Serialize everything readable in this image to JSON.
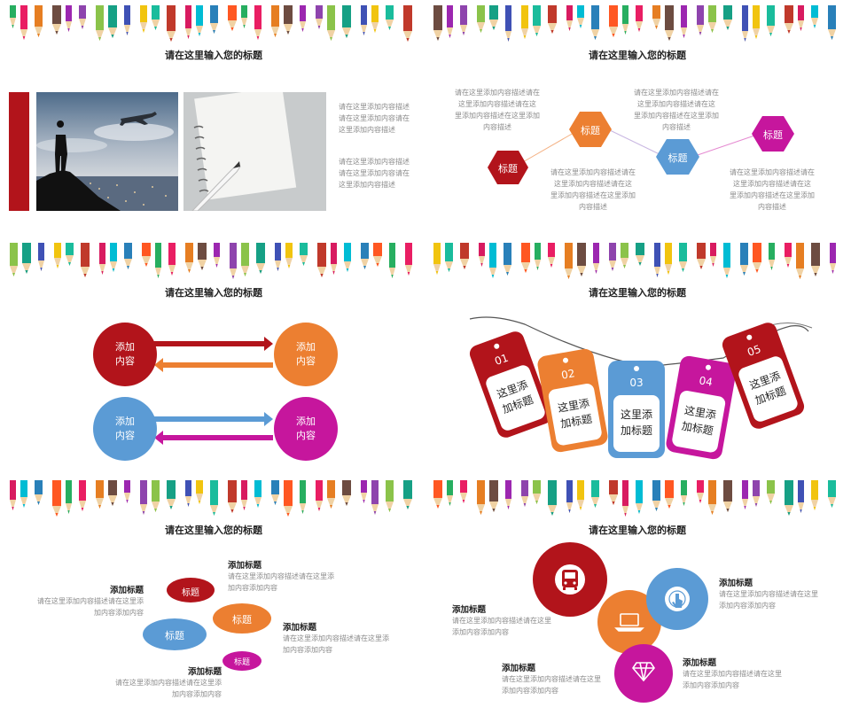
{
  "colors": {
    "red": "#b2141b",
    "orange": "#ec7f31",
    "blue": "#5b9bd5",
    "magenta": "#c6169d"
  },
  "slide1": {
    "title": "请在这里输入您的标题",
    "desc_1": [
      "请在这里添加内容描述",
      "请在这里添加内容请在",
      "这里添加内容描述"
    ],
    "desc_2": [
      "请在这里添加内容描述",
      "请在这里添加内容请在",
      "这里添加内容描述"
    ]
  },
  "slide2": {
    "title": "请在这里输入您的标题",
    "hex_labels": [
      "标题",
      "标题",
      "标题",
      "标题"
    ],
    "desc_1": [
      "请在这里添加内容描述请在",
      "这里添加内容描述请在这",
      "里添加内容描述在这里添加",
      "内容描述"
    ],
    "desc_2": [
      "请在这里添加内容描述请在",
      "这里添加内容描述请在这",
      "里添加内容描述在这里添加",
      "内容描述"
    ],
    "desc_3": [
      "请在这里添加内容描述请在",
      "这里添加内容描述请在这",
      "里添加内容描述在这里添加",
      "内容描述"
    ],
    "desc_4": [
      "请在这里添加内容描述请在",
      "这里添加内容描述请在这",
      "里添加内容描述在这里添加",
      "内容描述"
    ]
  },
  "slide3": {
    "title": "请在这里输入您的标题",
    "circle_line1": "添加",
    "circle_line2": "内容"
  },
  "slide4": {
    "title": "请在这里输入您的标题",
    "tags": [
      {
        "num": "01",
        "line1": "这里添",
        "line2": "加标题"
      },
      {
        "num": "02",
        "line1": "这里添",
        "line2": "加标题"
      },
      {
        "num": "03",
        "line1": "这里添",
        "line2": "加标题"
      },
      {
        "num": "04",
        "line1": "这里添",
        "line2": "加标题"
      },
      {
        "num": "05",
        "line1": "这里添",
        "line2": "加标题"
      }
    ]
  },
  "slide5": {
    "title": "请在这里输入您的标题",
    "ellipse_labels": [
      "标题",
      "标题",
      "标题",
      "标题"
    ],
    "items": [
      {
        "heading": "添加标题",
        "lines": [
          "请在这里添加内容描述请在这里添",
          "加内容添加内容"
        ]
      },
      {
        "heading": "添加标题",
        "lines": [
          "请在这里添加内容描述请在这里添",
          "加内容添加内容"
        ]
      },
      {
        "heading": "添加标题",
        "lines": [
          "请在这里添加内容描述请在这里添",
          "加内容添加内容"
        ]
      },
      {
        "heading": "添加标题",
        "lines": [
          "请在这里添加内容描述请在这里添",
          "加内容添加内容"
        ]
      }
    ]
  },
  "slide6": {
    "title": "请在这里输入您的标题",
    "icons": [
      "bus-icon",
      "laptop-icon",
      "touch-icon",
      "diamond-icon"
    ],
    "items": [
      {
        "heading": "添加标题",
        "lines": [
          "请在这里添加内容描述请在这里",
          "添加内容添加内容"
        ]
      },
      {
        "heading": "添加标题",
        "lines": [
          "请在这里添加内容描述请在这里",
          "添加内容添加内容"
        ]
      },
      {
        "heading": "添加标题",
        "lines": [
          "请在这里添加内容描述请在这里",
          "添加内容添加内容"
        ]
      },
      {
        "heading": "添加标题",
        "lines": [
          "请在这里添加内容描述请在这里",
          "添加内容添加内容"
        ]
      }
    ]
  }
}
